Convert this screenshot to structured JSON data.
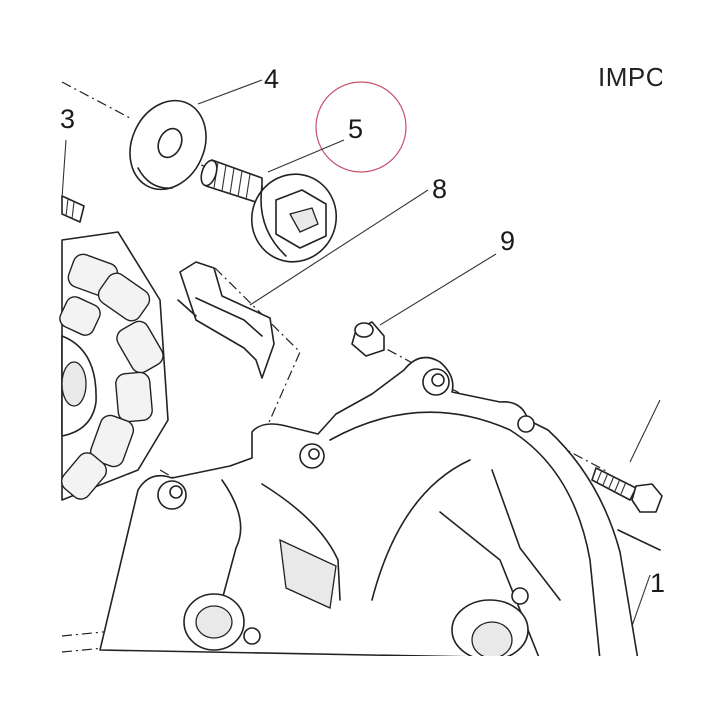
{
  "heading": "IMPC",
  "callouts": [
    {
      "id": "3",
      "label": "3"
    },
    {
      "id": "4",
      "label": "4"
    },
    {
      "id": "5",
      "label": "5"
    },
    {
      "id": "8",
      "label": "8"
    },
    {
      "id": "9",
      "label": "9"
    },
    {
      "id": "1",
      "label": "1"
    }
  ],
  "highlight_color": "#c8506a"
}
